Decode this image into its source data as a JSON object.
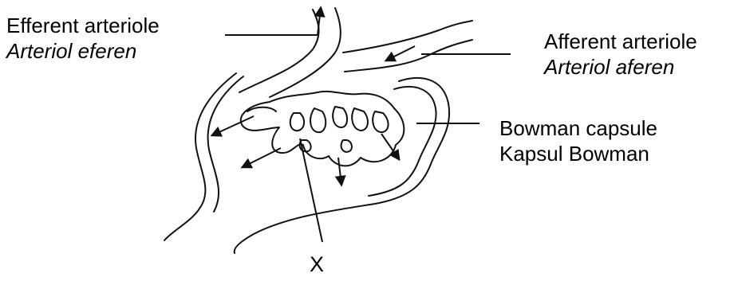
{
  "labels": {
    "efferent": {
      "english": "Efferent arteriole",
      "malay": "Arteriol eferen"
    },
    "afferent": {
      "english": "Afferent arteriole",
      "malay": "Arteriol aferen"
    },
    "bowman": {
      "english": "Bowman capsule",
      "malay": "Kapsul Bowman"
    },
    "x": "X"
  }
}
